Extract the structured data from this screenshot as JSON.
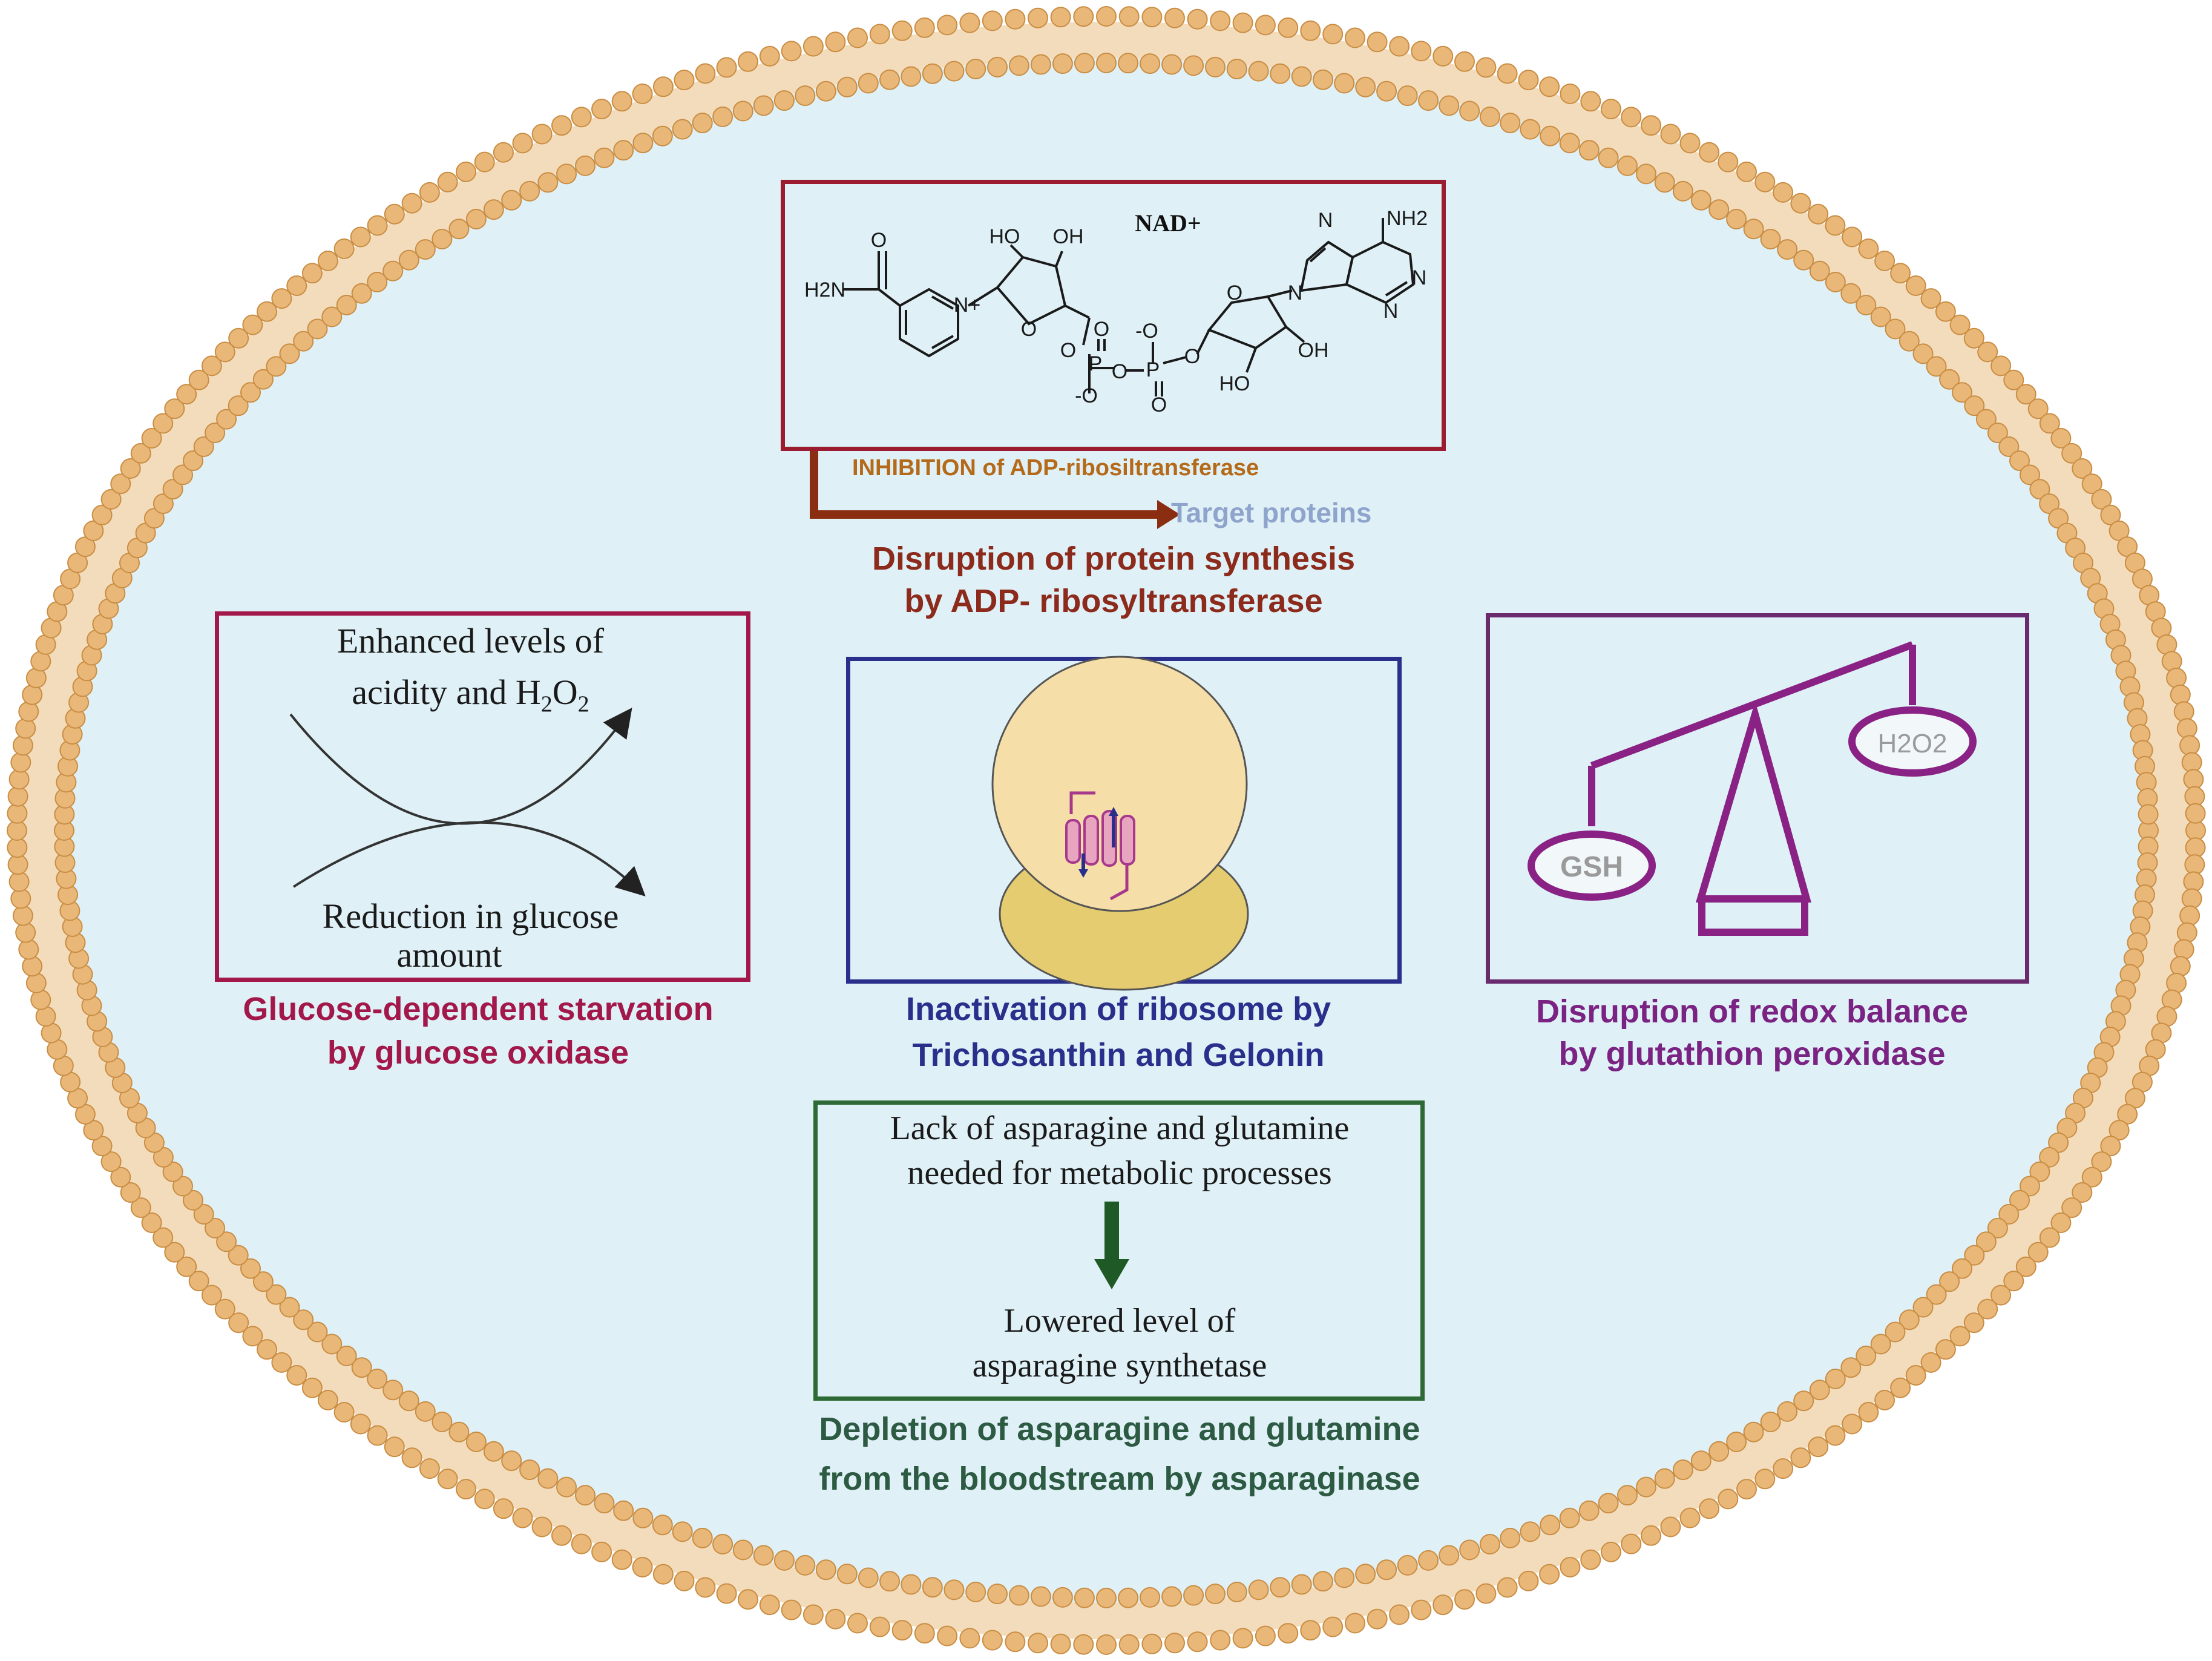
{
  "nad_panel": {
    "molecule_name": "NAD+",
    "atoms": {
      "carboxamide_o": "O",
      "carboxamide_n": "H2N",
      "pyridinium_n": "N+",
      "ribose1_ho": "HO",
      "ribose1_oh": "OH",
      "ribose1_o": "O",
      "bridge_o1": "O",
      "p1": "P",
      "p1_o_minus": "-O",
      "p1_o_double": "O",
      "bridge_o2": "O",
      "p2": "P",
      "p2_o_minus": "-O",
      "p2_o_double": "O",
      "bridge_o3": "O",
      "ribose2_o": "O",
      "ribose2_ho": "HO",
      "ribose2_oh": "OH",
      "adenine_n9": "N",
      "adenine_n7": "N",
      "adenine_n1": "N",
      "adenine_n3": "N",
      "adenine_nh2": "NH2"
    },
    "inhibition_text": "INHIBITION of ADP-ribosiltransferase",
    "target_text": "Target proteins",
    "caption_line1": "Disruption of  protein synthesis",
    "caption_line2": "by  ADP- ribosyltransferase"
  },
  "glucose_panel": {
    "top_line1": "Enhanced levels of",
    "top_line2": "acidity and H",
    "top_sub1": "2",
    "top_mid": "O",
    "top_sub2": "2",
    "bottom_line1": "Reduction in glucose",
    "bottom_line2": "amount",
    "caption_line1": "Glucose-dependent  starvation",
    "caption_line2": "by  glucose oxidase"
  },
  "ribosome_panel": {
    "caption_line1": "Inactivation of ribosome  by",
    "caption_line2": "Trichosanthin and Gelonin"
  },
  "redox_panel": {
    "left_pan_label": "GSH",
    "right_pan_label": "H2O2",
    "caption_line1": "Disruption of   redox balance",
    "caption_line2": "by    glutathion peroxidase"
  },
  "asparaginase_panel": {
    "top_line1": "Lack of asparagine and glutamine",
    "top_line2": "needed for metabolic processes",
    "bottom_line1": "Lowered level of",
    "bottom_line2": "asparagine synthetase",
    "caption_line1": "Depletion of asparagine and  glutamine",
    "caption_line2": "from the  bloodstream  by asparaginase"
  },
  "colors": {
    "cell_fill": "#dff1f7",
    "membrane": "#e9b878",
    "nad_border": "#9b1c2e",
    "nad_caption": "#8c2a1c",
    "inhibition_text": "#b56a1a",
    "arrow": "#8b2d10",
    "target_text": "#8fa4cc",
    "glucose_border": "#a3184a",
    "glucose_caption": "#a3184a",
    "ribosome_border": "#2a2f8c",
    "ribosome_caption": "#2a2f8c",
    "redox_border": "#6a2a6e",
    "redox_scale": "#8a2184",
    "redox_caption": "#7a2382",
    "asparaginase_border": "#2d6a35",
    "asparaginase_caption": "#2d5a42",
    "small_subunit": "#f5dea8",
    "large_subunit": "#e6cc70"
  }
}
